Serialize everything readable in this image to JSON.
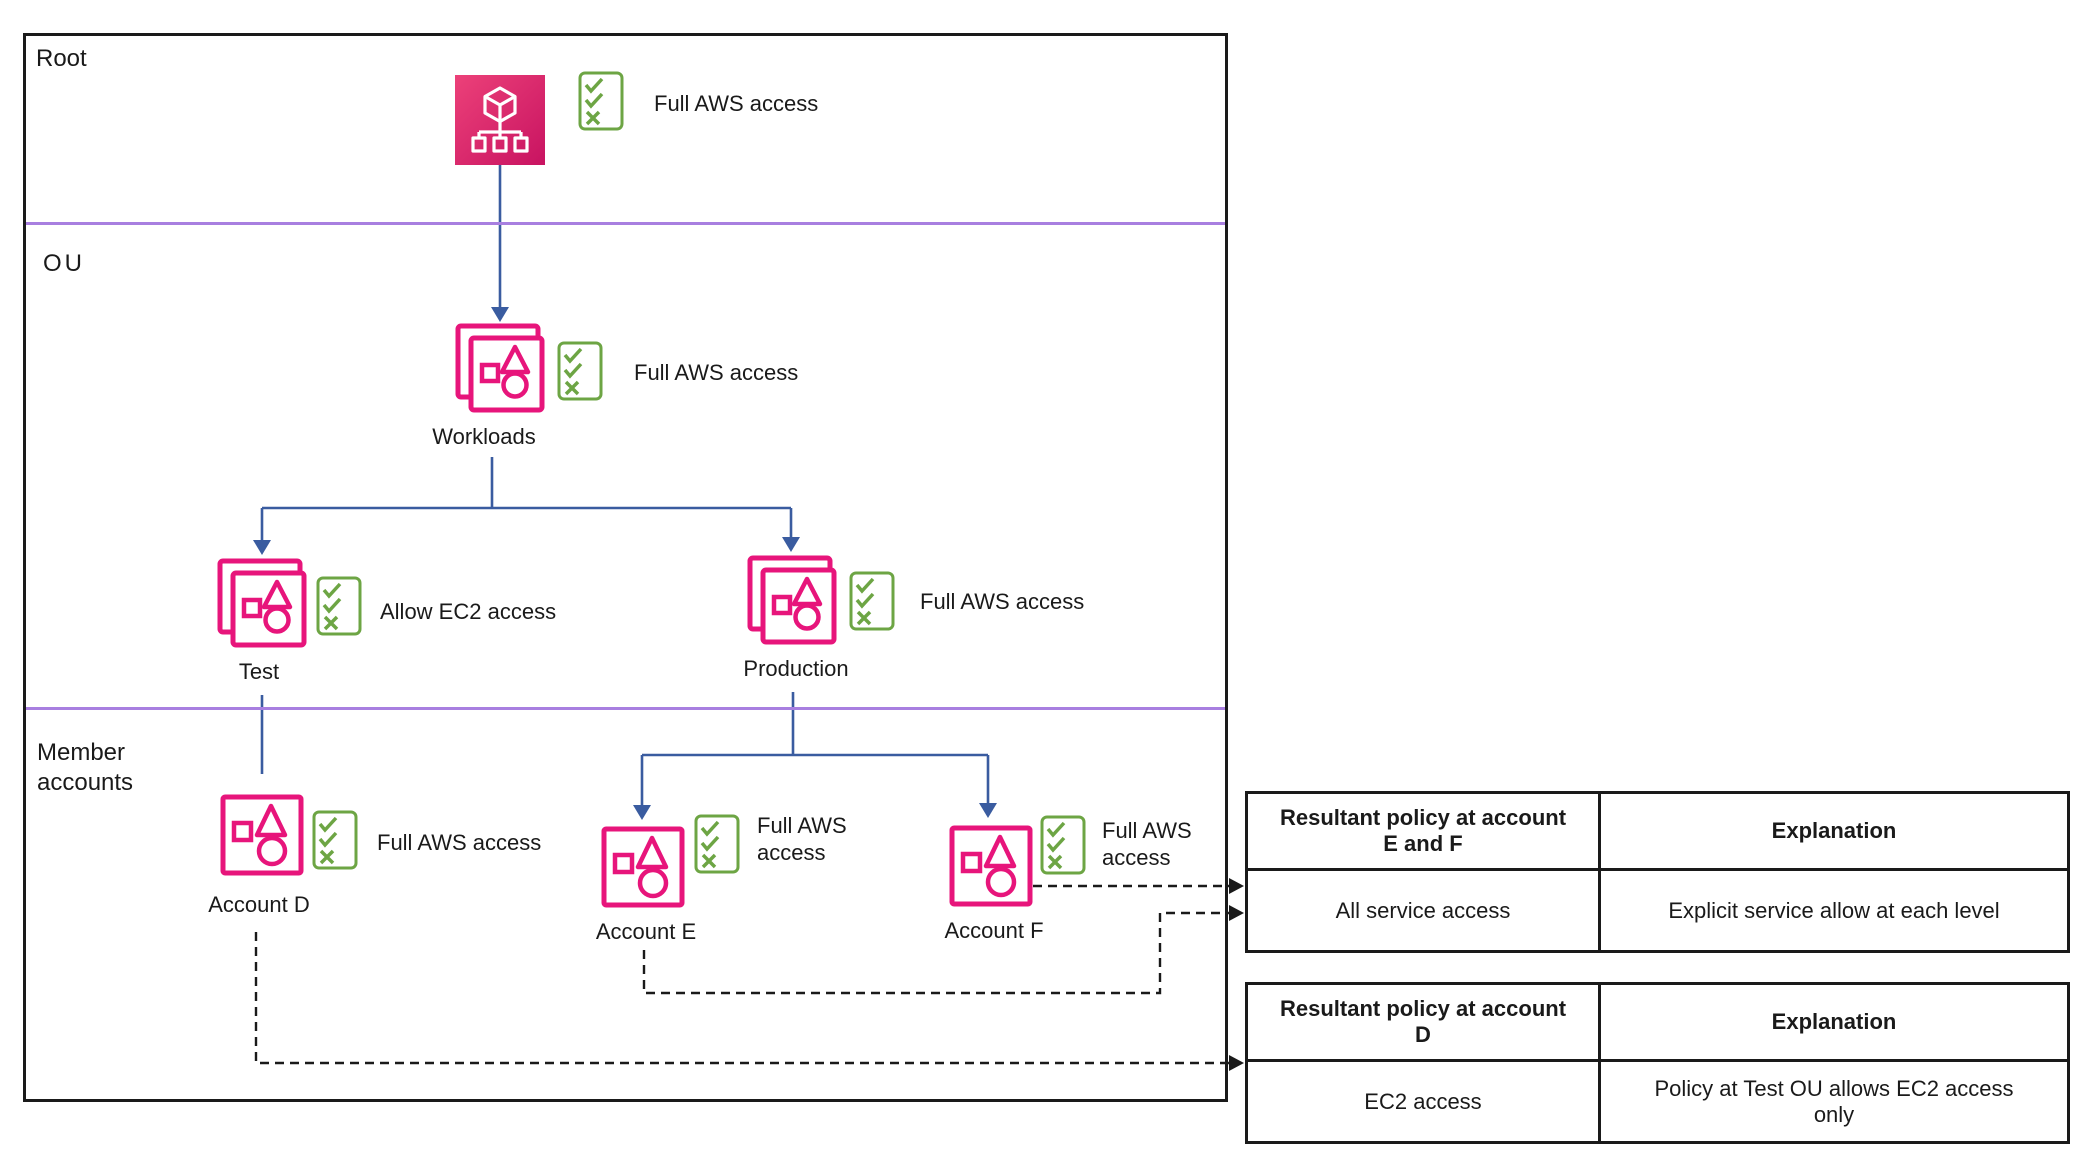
{
  "colors": {
    "pink": "#e7157b",
    "pink-grad-a": "#ec4179",
    "pink-grad-b": "#c81361",
    "green": "#6da544",
    "blue": "#3a5ca0",
    "purple": "#a87fe0",
    "ink": "#1a1a1a"
  },
  "sections": {
    "root": {
      "label": "Root",
      "policy": "Full AWS access"
    },
    "ou": {
      "label": "OU"
    },
    "members": {
      "label": "Member\naccounts"
    }
  },
  "nodes": {
    "workloads": {
      "label": "Workloads",
      "policy": "Full AWS access"
    },
    "test": {
      "label": "Test",
      "policy": "Allow EC2 access"
    },
    "production": {
      "label": "Production",
      "policy": "Full AWS access"
    },
    "account_d": {
      "label": "Account D",
      "policy": "Full AWS access"
    },
    "account_e": {
      "label": "Account E",
      "policy": "Full AWS\naccess"
    },
    "account_f": {
      "label": "Account F",
      "policy": "Full AWS\naccess"
    }
  },
  "icons": {
    "root": "aws-organizations-icon",
    "ou": "organizational-unit-icon",
    "account": "aws-account-icon",
    "policy": "policy-checklist-icon"
  },
  "tables": {
    "ef": {
      "headers": [
        "Resultant policy at account\nE and F",
        "Explanation"
      ],
      "rows": [
        [
          "All service access",
          "Explicit service allow at each level"
        ]
      ]
    },
    "d": {
      "headers": [
        "Resultant policy at account\nD",
        "Explanation"
      ],
      "rows": [
        [
          "EC2 access",
          "Policy at Test OU allows EC2 access\nonly"
        ]
      ]
    }
  }
}
